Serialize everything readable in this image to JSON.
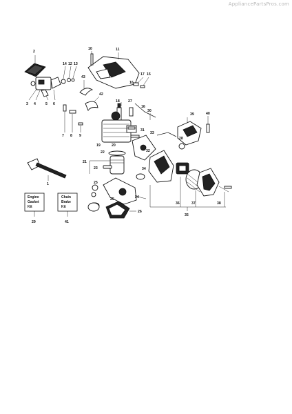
{
  "watermark": "AppliancePartsPros.com",
  "part_numbers": [
    "1",
    "2",
    "3",
    "4",
    "5",
    "6",
    "7",
    "8",
    "9",
    "10",
    "11",
    "12",
    "13",
    "14",
    "15",
    "16",
    "17",
    "18",
    "19",
    "20",
    "21",
    "22",
    "23",
    "24",
    "25",
    "26",
    "27",
    "28",
    "29",
    "30",
    "31",
    "32",
    "33",
    "34",
    "35",
    "36",
    "37",
    "38",
    "39",
    "40",
    "41",
    "42",
    "43"
  ],
  "kits": {
    "engine_gasket": {
      "line1": "Engine",
      "line2": "Gasket",
      "line3": "Kit",
      "number": "29"
    },
    "chain_brake": {
      "line1": "Chain",
      "line2": "Brake",
      "line3": "Kit",
      "number": "41"
    }
  },
  "labels": {
    "l1": "1",
    "l2": "2",
    "l3": "3",
    "l4": "4",
    "l5": "5",
    "l6": "6",
    "l7": "7",
    "l8": "8",
    "l9": "9",
    "l10": "10",
    "l11": "11",
    "l12": "12",
    "l13": "13",
    "l14": "14",
    "l15": "15",
    "l16a": "16",
    "l16b": "16",
    "l17": "17",
    "l18": "18",
    "l19": "19",
    "l20": "20",
    "l21": "21",
    "l22": "22",
    "l23": "23",
    "l24": "24",
    "l25a": "25",
    "l25b": "25",
    "l26": "26",
    "l27": "27",
    "l28": "28",
    "l30": "30",
    "l31": "31",
    "l32": "32",
    "l33": "33",
    "l34": "34",
    "l35": "35",
    "l36": "36",
    "l37": "37",
    "l38": "38",
    "l39": "39",
    "l40": "40",
    "l42": "42",
    "l43": "43"
  }
}
